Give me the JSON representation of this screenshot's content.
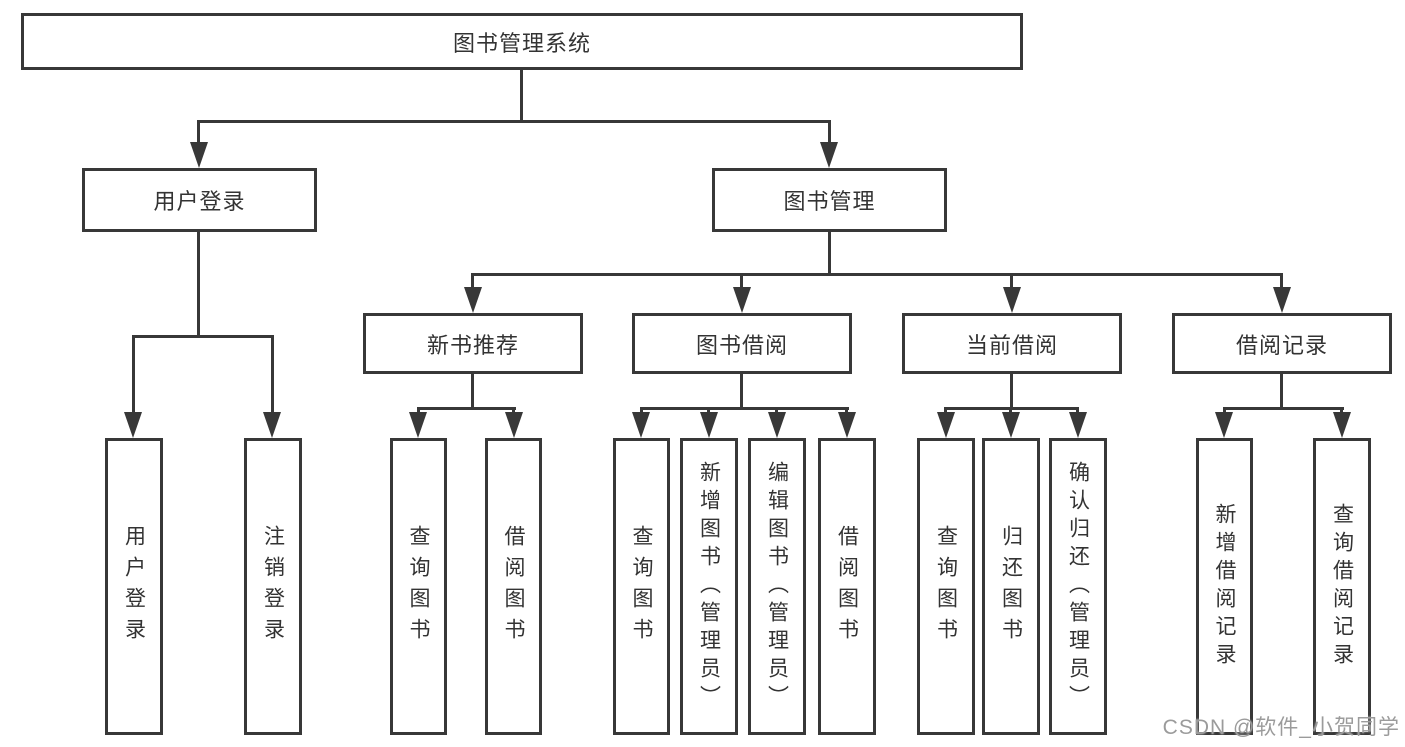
{
  "diagram_type": "hierarchy-tree",
  "colors": {
    "line": "#383838",
    "box_border": "#383838",
    "box_fill": "#ffffff",
    "text": "#333333",
    "watermark": "#9b9b9b",
    "background": "#ffffff"
  },
  "tree": {
    "label": "图书管理系统",
    "children": [
      {
        "label": "用户登录",
        "children": [
          {
            "label": "用户登录"
          },
          {
            "label": "注销登录"
          }
        ]
      },
      {
        "label": "图书管理",
        "children": [
          {
            "label": "新书推荐",
            "children": [
              {
                "label": "查询图书"
              },
              {
                "label": "借阅图书"
              }
            ]
          },
          {
            "label": "图书借阅",
            "children": [
              {
                "label": "查询图书"
              },
              {
                "label": "新增图书（管理员）"
              },
              {
                "label": "编辑图书（管理员）"
              },
              {
                "label": "借阅图书"
              }
            ]
          },
          {
            "label": "当前借阅",
            "children": [
              {
                "label": "查询图书"
              },
              {
                "label": "归还图书"
              },
              {
                "label": "确认归还（管理员）"
              }
            ]
          },
          {
            "label": "借阅记录",
            "children": [
              {
                "label": "新增借阅记录"
              },
              {
                "label": "查询借阅记录"
              }
            ]
          }
        ]
      }
    ]
  },
  "watermark": {
    "text": "CSDN @软件_小贺同学"
  }
}
